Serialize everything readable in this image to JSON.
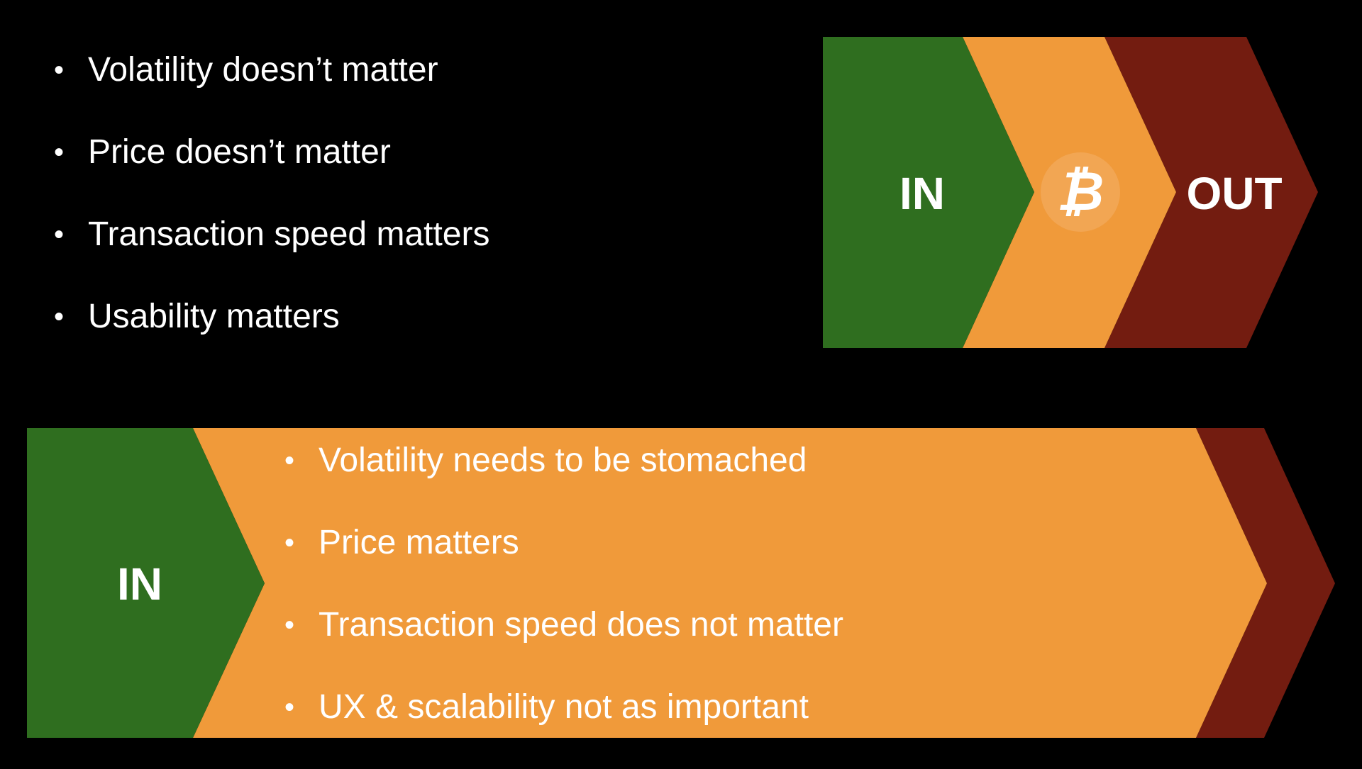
{
  "top_flow": {
    "in_label": "IN",
    "out_label": "OUT",
    "middle_icon": "bitcoin-icon",
    "colors": {
      "in": "#2f6e1f",
      "middle": "#f09a3a",
      "out": "#731c10"
    }
  },
  "top_bullets": [
    "Volatility doesn’t matter",
    "Price doesn’t matter",
    "Transaction speed matters",
    "Usability matters"
  ],
  "bottom_flow": {
    "in_label": "IN",
    "colors": {
      "in": "#2f6e1f",
      "middle": "#f09a3a",
      "out": "#731c10"
    }
  },
  "bottom_bullets": [
    "Volatility needs to be stomached",
    "Price matters",
    "Transaction speed does not matter",
    "UX & scalability not as important"
  ]
}
